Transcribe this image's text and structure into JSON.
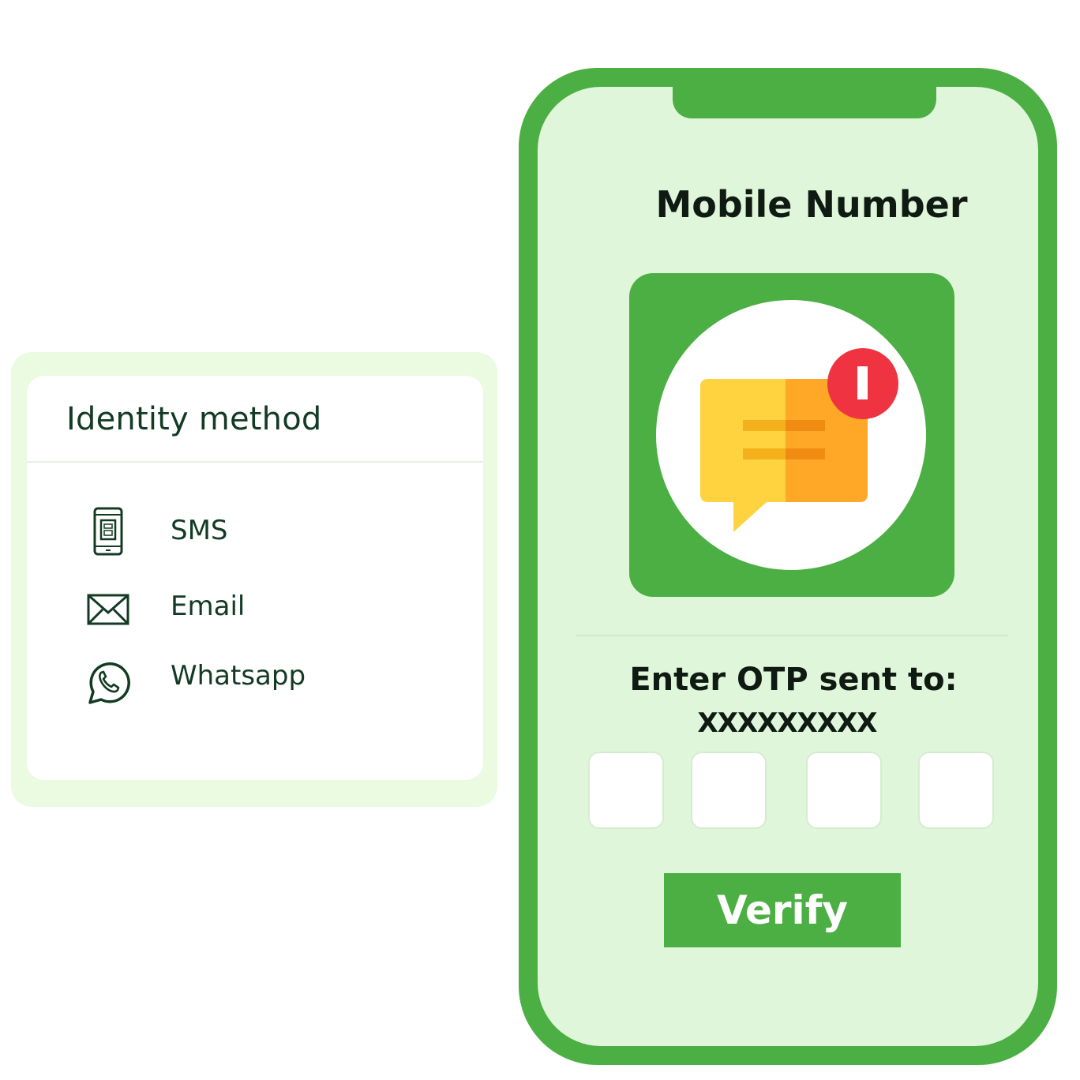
{
  "identity_card": {
    "title": "Identity method",
    "methods": [
      {
        "label": "SMS",
        "icon": "mobile-phone-icon"
      },
      {
        "label": "Email",
        "icon": "envelope-icon"
      },
      {
        "label": "Whatsapp",
        "icon": "whatsapp-icon"
      }
    ]
  },
  "phone": {
    "title": "Mobile Number",
    "message_icon": "chat-notification-icon",
    "otp_label": "Enter OTP sent to:",
    "otp_target": "XXXXXXXXX",
    "otp_digits": [
      "",
      "",
      "",
      ""
    ],
    "verify_label": "Verify"
  },
  "colors": {
    "brand_green": "#4caf44",
    "screen_bg": "#e0f6da",
    "card_frame": "#eafbe1",
    "text_dark": "#133b24",
    "alert_red": "#ef3340",
    "bubble_yellow": "#ffd23f",
    "bubble_orange": "#ffa726"
  }
}
